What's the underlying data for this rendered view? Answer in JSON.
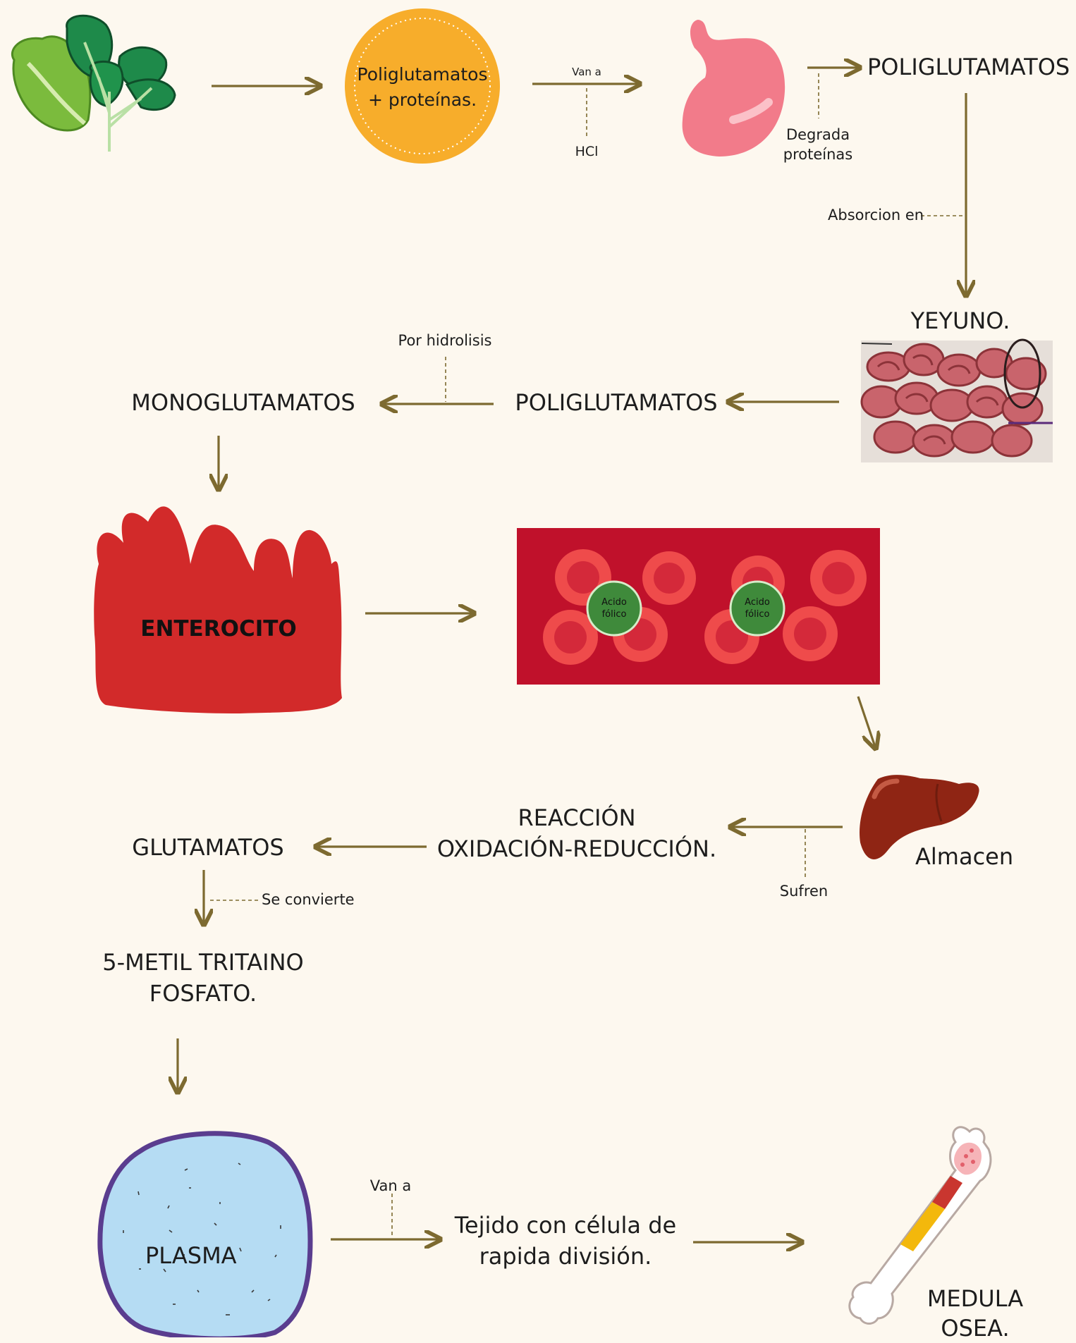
{
  "nodes": {
    "poliglutamatos_proteinas": [
      "Poliglutamatos",
      "+ proteínas."
    ],
    "poliglutamatos_top": "POLIGLUTAMATOS",
    "yeyuno": "YEYUNO.",
    "poliglutamatos_mid": "POLIGLUTAMATOS",
    "monoglutamatos": "MONOGLUTAMATOS",
    "enterocito": "ENTEROCITO",
    "acido_folico": [
      "Acido",
      "fólico"
    ],
    "almacen": "Almacen",
    "reaccion": [
      "REACCIÓN",
      "OXIDACIÓN-REDUCCIÓN."
    ],
    "glutamatos": "GLUTAMATOS",
    "metil": [
      "5-METIL TRITAINO",
      "FOSFATO."
    ],
    "plasma": "PLASMA",
    "tejido": [
      "Tejido con célula de",
      "rapida división."
    ],
    "medula": [
      "MEDULA",
      "OSEA."
    ]
  },
  "edge_labels": {
    "van_a_1": "Van a",
    "hcl": "HCl",
    "degrada": [
      "Degrada",
      "proteínas"
    ],
    "absorcion": "Absorcion en",
    "por_hidrolisis": "Por hidrolisis",
    "sufren": "Sufren",
    "se_convierte": "Se convierte",
    "van_a_2": "Van a"
  },
  "icons": [
    "spinach-lettuce-icon",
    "stomach-icon",
    "intestine-photo",
    "blood-cells-icon",
    "liver-icon",
    "bone-icon"
  ],
  "colors": {
    "background": "#fdf8ef",
    "arrow": "#7d6a30",
    "orange_circle": "#f7ad2b",
    "enterocyte": "#d22a2a",
    "blood_bg": "#c0112b",
    "blood_cell": "#ef4b4b",
    "folic": "#3f8a3b",
    "plasma_fill": "#b5dcf3",
    "plasma_stroke": "#5a3d8f",
    "stomach": "#f27b8a",
    "liver": "#8f2514"
  }
}
